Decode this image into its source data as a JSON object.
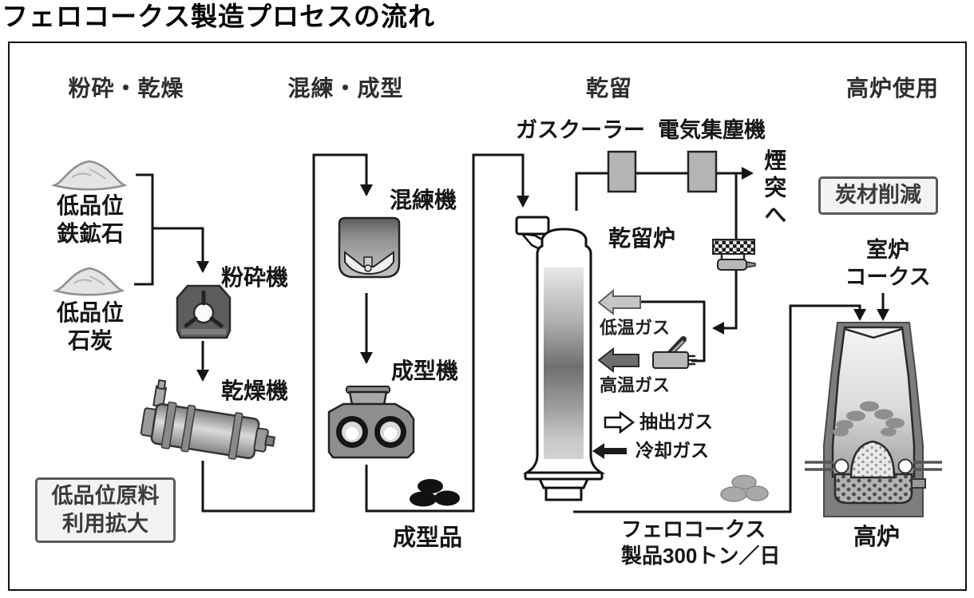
{
  "title": "フェロコークス製造プロセスの流れ",
  "stages": {
    "crushing_drying": "粉砕・乾燥",
    "kneading_molding": "混練・成型",
    "carbonization": "乾留",
    "blast_furnace_use": "高炉使用"
  },
  "materials": {
    "low_grade_iron_ore": "低品位\n鉄鉱石",
    "low_grade_coal": "低品位\n石炭"
  },
  "machines": {
    "crusher": "粉砕機",
    "dryer": "乾燥機",
    "kneader": "混練機",
    "molding_machine": "成型機"
  },
  "labels": {
    "molded_product": "成型品",
    "gas_cooler": "ガスクーラー",
    "electrostatic_precipitator": "電気集塵機",
    "to_stack": "煙突へ",
    "carbonization_furnace": "乾留炉",
    "low_temp_gas": "低温ガス",
    "high_temp_gas": "高温ガス",
    "extraction_gas": "抽出ガス",
    "cooling_gas": "冷却ガス",
    "oven_coke": "室炉\nコークス",
    "blast_furnace": "高炉",
    "ferro_coke_product": "フェロコークス\n製品300トン／日"
  },
  "callouts": {
    "expand_low_grade_raw_materials": "低品位原料\n利用拡大",
    "carbon_material_reduction": "炭材削減"
  },
  "colors": {
    "line": "#141414",
    "equipment_gray": "#b4b4b4",
    "machine_dark_gray": "#5d5d5d",
    "callout_border": "#5a5a5a",
    "callout_bg": "#f3f3f3",
    "text": "#1a1a1a"
  }
}
